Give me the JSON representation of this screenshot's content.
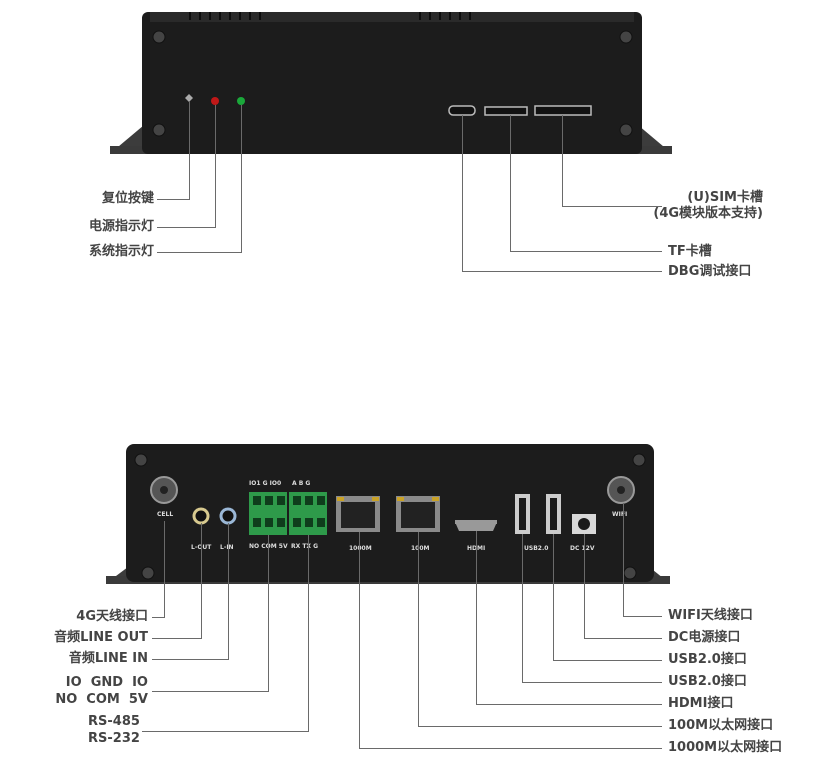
{
  "front_labels": {
    "reset": "复位按键",
    "power_led": "电源指示灯",
    "system_led": "系统指示灯",
    "sim_slot_line1": "(U)SIM卡槽",
    "sim_slot_line2": "(4G模块版本支持)",
    "tf_slot": "TF卡槽",
    "dbg_port": "DBG调试接口"
  },
  "rear_labels": {
    "cell_antenna": "4G天线接口",
    "line_out": "音频LINE OUT",
    "line_in": "音频LINE IN",
    "io_line1": "IO  GND  IO",
    "io_line2": "NO  COM  5V",
    "rs_line1": "RS-485",
    "rs_line2": "RS-232",
    "wifi_antenna": "WIFI天线接口",
    "dc_power": "DC电源接口",
    "usb_a": "USB2.0接口",
    "usb_b": "USB2.0接口",
    "hdmi": "HDMI接口",
    "eth_100m": "100M以太网接口",
    "eth_1000m": "1000M以太网接口"
  },
  "panel_print": {
    "cell": "CELL",
    "lout": "L-OUT",
    "lin": "L-IN",
    "io_top": "IO1 G IO0",
    "abg": "A  B  G",
    "no_com": "NO COM 5V",
    "rx_tx": "RX TX G",
    "eth1000": "1000M",
    "eth100": "100M",
    "hdmi": "HDMI",
    "usb": "USB2.0",
    "dc": "DC 12V",
    "wifi": "WIFI"
  }
}
